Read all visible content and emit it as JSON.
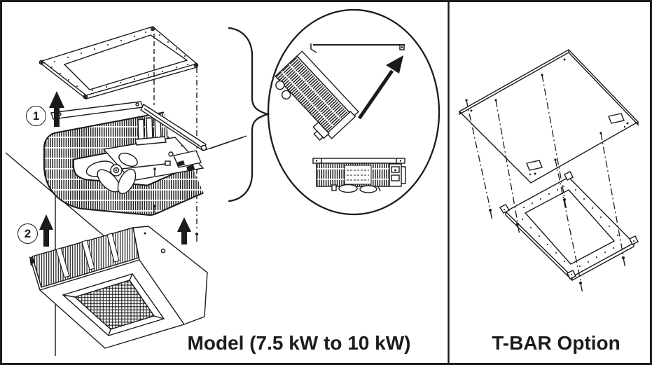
{
  "figure": {
    "left_caption": "Model (7.5 kW to 10 kW)",
    "right_caption": "T-BAR Option",
    "steps": [
      {
        "label": "1"
      },
      {
        "label": "2"
      }
    ]
  },
  "colors": {
    "line": "#1b1b1b",
    "background": "#ffffff"
  },
  "diagram": {
    "left_panel": {
      "caption": "Model (7.5 kW to 10 kW)",
      "parts": [
        "ceiling-mounting-frame",
        "indoor-unit-chassis",
        "fan",
        "electrical-box",
        "decorative-grille-panel",
        "insertion-detail-callout"
      ],
      "icons": [
        "up-arrow-icon",
        "curly-brace",
        "detail-ellipse",
        "diagonal-arrow-icon"
      ]
    },
    "right_panel": {
      "caption": "T-BAR Option",
      "parts": [
        "ceiling-tile-panel",
        "t-bar-mounting-frame",
        "fastening-screws"
      ]
    }
  }
}
